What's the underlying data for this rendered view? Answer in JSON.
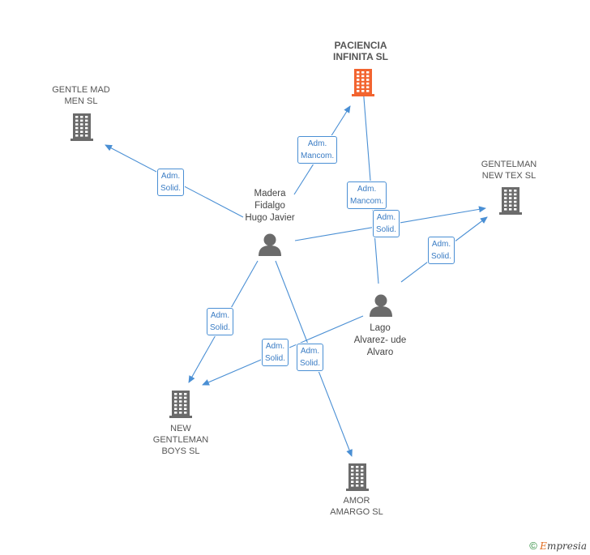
{
  "companies": {
    "paciencia": {
      "label": "PACIENCIA\nINFINITA SL",
      "color": "#f26430"
    },
    "gentle_mad": {
      "label": "GENTLE MAD\nMEN SL",
      "color": "#6b6b6b"
    },
    "gentelman_new_tex": {
      "label": "GENTELMAN\nNEW TEX SL",
      "color": "#6b6b6b"
    },
    "new_gentleman": {
      "label": "NEW\nGENTLEMAN\nBOYS SL",
      "color": "#6b6b6b"
    },
    "amor_amargo": {
      "label": "AMOR\nAMARGO  SL",
      "color": "#6b6b6b"
    }
  },
  "persons": {
    "madera": {
      "label": "Madera\nFidalgo\nHugo Javier",
      "color": "#6b6b6b"
    },
    "lago": {
      "label": "Lago\nAlvarez- ude\nAlvaro",
      "color": "#6b6b6b"
    }
  },
  "roles": {
    "r1": {
      "line1": "Adm.",
      "line2": "Mancom."
    },
    "r2": {
      "line1": "Adm.",
      "line2": "Solid."
    },
    "r3": {
      "line1": "Adm.",
      "line2": "Mancom."
    },
    "r4": {
      "line1": "Adm.",
      "line2": "Solid."
    },
    "r5": {
      "line1": "Adm.",
      "line2": "Solid."
    },
    "r6": {
      "line1": "Adm.",
      "line2": "Solid."
    },
    "r7": {
      "line1": "Adm.",
      "line2": "Solid."
    },
    "r8": {
      "line1": "Adm.",
      "line2": "Solid."
    }
  },
  "edge_color": "#4a8fd4",
  "footer": {
    "copyright": "©",
    "brand_e": "E",
    "brand_rest": "mpresia"
  }
}
